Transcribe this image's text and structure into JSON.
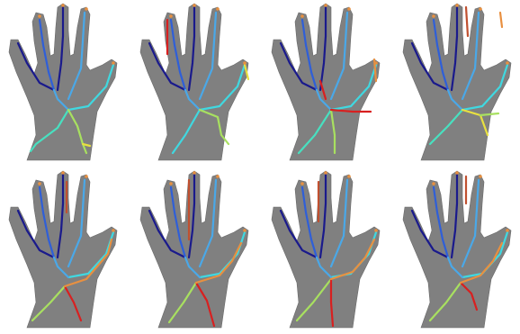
{
  "figure": {
    "rows": 2,
    "columns": 4,
    "panels": [
      {
        "pose": "spread-right-thumb",
        "skeleton": "palm-lines-short"
      },
      {
        "pose": "spread-right-thumb",
        "skeleton": "palm-lines-mid"
      },
      {
        "pose": "open-thumb-out",
        "skeleton": "palm-lines-red-branch"
      },
      {
        "pose": "spread-thumb-up",
        "skeleton": "palm-lines-thumb-branch"
      },
      {
        "pose": "spread-right-thumb",
        "skeleton": "wrist-red"
      },
      {
        "pose": "spread-right-thumb",
        "skeleton": "wrist-red-long"
      },
      {
        "pose": "spread-right-thumb",
        "skeleton": "wrist-red-center"
      },
      {
        "pose": "spread-right-thumb",
        "skeleton": "wrist-red-inner"
      }
    ],
    "colors": {
      "hand": "#808080",
      "navy": "#1a1a8c",
      "blue": "#2f5fd8",
      "sky": "#4aa8e8",
      "cyan": "#40d8e0",
      "teal": "#48e0c0",
      "green": "#a8e060",
      "yellow": "#e8e040",
      "orange": "#e89040",
      "red": "#d82020",
      "brown": "#c05030"
    }
  }
}
